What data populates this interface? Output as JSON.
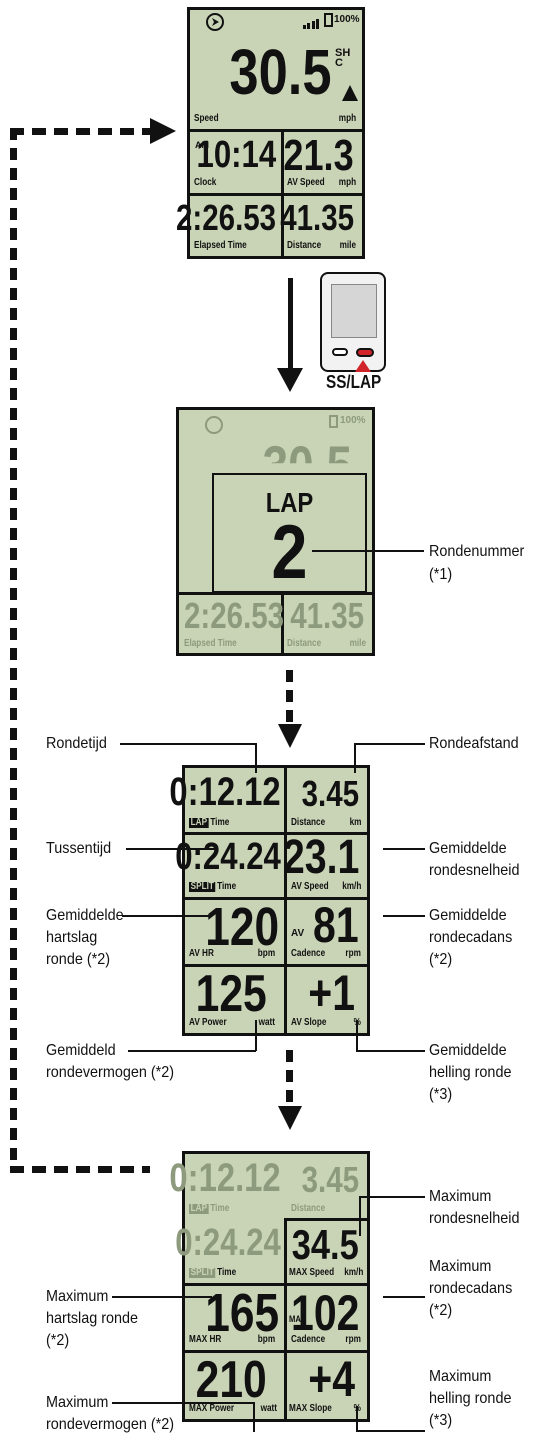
{
  "screen1": {
    "battery": "100%",
    "speed_value": "30.5",
    "speed_label": "Speed",
    "speed_unit": "mph",
    "ampm": "AM",
    "clock_value": "10:14",
    "clock_label": "Clock",
    "av_speed_value": "21.3",
    "av_speed_label": "AV Speed",
    "av_speed_unit": "mph",
    "elapsed_value": "2:26.53",
    "elapsed_label": "Elapsed Time",
    "distance_value": "41.35",
    "distance_label": "Distance",
    "distance_unit": "mile",
    "mode_top": "S",
    "mode_sub": "C",
    "mode_h": "H"
  },
  "device": {
    "button_label": "SS/LAP"
  },
  "screen2": {
    "battery": "100%",
    "lap_title": "LAP",
    "lap_number": "2",
    "elapsed_value": "2:26.53",
    "elapsed_label": "Elapsed Time",
    "distance_value": "41.35",
    "distance_label": "Distance",
    "distance_unit": "mile",
    "bg_speed": "30.5"
  },
  "screen3": {
    "lap_time_value": "0:12.12",
    "lap_tag": "LAP",
    "time_label": "Time",
    "distance_value": "3.45",
    "distance_label": "Distance",
    "distance_unit": "km",
    "split_value": "0:24.24",
    "split_tag": "SPLIT",
    "av_speed_value": "23.1",
    "av_speed_label": "AV Speed",
    "av_speed_unit": "km/h",
    "av_hr_value": "120",
    "av_hr_label": "AV HR",
    "av_hr_unit": "bpm",
    "cadence_prefix": "AV",
    "cadence_value": "81",
    "cadence_label": "Cadence",
    "cadence_unit": "rpm",
    "av_power_value": "125",
    "av_power_label": "AV Power",
    "av_power_unit": "watt",
    "av_slope_value": "+1",
    "av_slope_label": "AV Slope",
    "av_slope_unit": "%"
  },
  "screen4": {
    "lap_time_value": "0:12.12",
    "lap_tag": "LAP",
    "time_label": "Time",
    "distance_value": "3.45",
    "distance_label": "Distance",
    "split_value": "0:24.24",
    "split_tag": "SPLIT",
    "max_speed_value": "34.5",
    "max_speed_label": "MAX Speed",
    "max_speed_unit": "km/h",
    "max_hr_value": "165",
    "max_hr_label": "MAX HR",
    "max_hr_unit": "bpm",
    "cadence_prefix": "MAX",
    "cadence_value": "102",
    "cadence_label": "Cadence",
    "cadence_unit": "rpm",
    "max_power_value": "210",
    "max_power_label": "MAX Power",
    "max_power_unit": "watt",
    "max_slope_value": "+4",
    "max_slope_label": "MAX Slope",
    "max_slope_unit": "%"
  },
  "annotations": {
    "rondenummer": "Rondenummer",
    "rondenummer_note": "(*1)",
    "rondetijd": "Rondetijd",
    "rondeafstand": "Rondeafstand",
    "tussentijd": "Tussentijd",
    "gem_snelheid_1": "Gemiddelde",
    "gem_snelheid_2": "rondesnelheid",
    "gem_hartslag_1": "Gemiddelde",
    "gem_hartslag_2": "hartslag",
    "gem_hartslag_3": "ronde (*2)",
    "gem_cadans_1": "Gemiddelde",
    "gem_cadans_2": "rondecadans",
    "gem_cadans_3": "(*2)",
    "gem_vermogen_1": "Gemiddeld",
    "gem_vermogen_2": "rondevermogen (*2)",
    "gem_helling_1": "Gemiddelde",
    "gem_helling_2": "helling ronde",
    "gem_helling_3": "(*3)",
    "max_snelheid_1": "Maximum",
    "max_snelheid_2": "rondesnelheid",
    "max_cadans_1": "Maximum",
    "max_cadans_2": "rondecadans",
    "max_cadans_3": "(*2)",
    "max_hartslag_1": "Maximum",
    "max_hartslag_2": "hartslag ronde",
    "max_hartslag_3": "(*2)",
    "max_helling_1": "Maximum",
    "max_helling_2": "helling ronde",
    "max_helling_3": "(*3)",
    "max_vermogen_1": "Maximum",
    "max_vermogen_2": "rondevermogen (*2)"
  },
  "colors": {
    "lcd": "#c9d4b6",
    "faded": "#8e9a7d",
    "button_red": "#d0232a"
  }
}
